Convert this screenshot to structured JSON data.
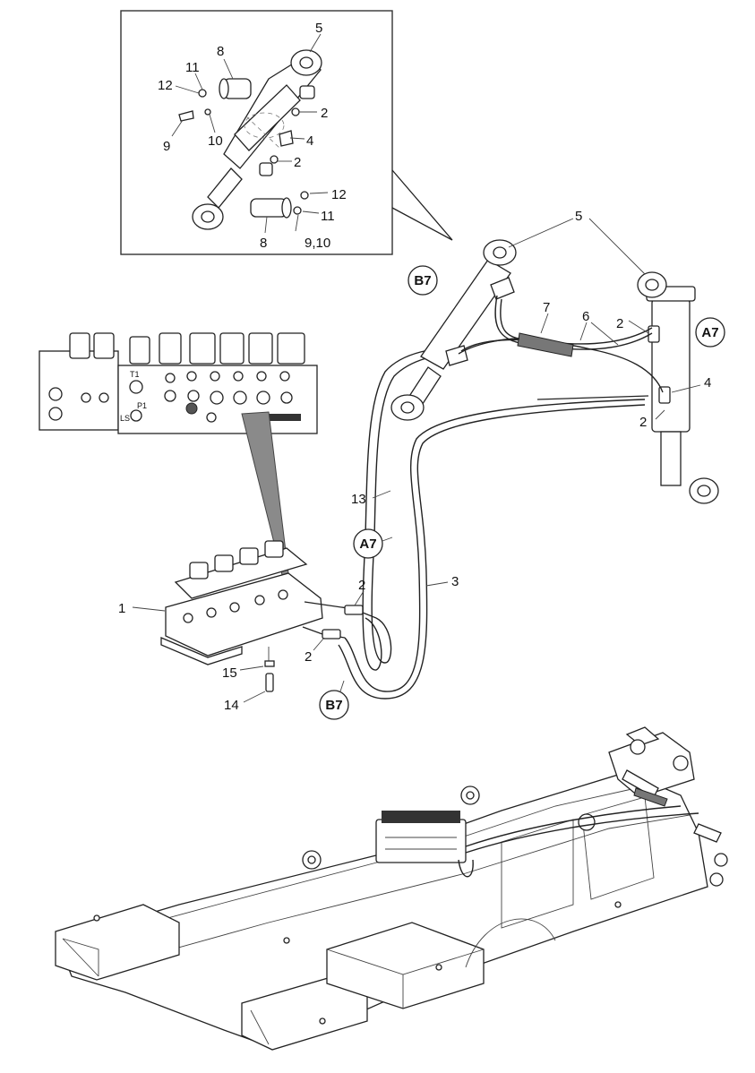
{
  "callouts": {
    "inset_5": "5",
    "inset_8_top": "8",
    "inset_11_top": "11",
    "inset_12_top": "12",
    "inset_2_top": "2",
    "inset_9": "9",
    "inset_10": "10",
    "inset_4": "4",
    "inset_2_mid": "2",
    "inset_12_bottom": "12",
    "inset_11_bottom": "11",
    "inset_8_bottom": "8",
    "inset_9_10": "9,10",
    "main_5": "5",
    "main_7": "7",
    "main_6": "6",
    "main_2_right_top": "2",
    "main_4": "4",
    "main_2_right_bottom": "2",
    "main_13": "13",
    "main_3": "3",
    "main_2_valve_top": "2",
    "main_2_valve_bottom": "2",
    "main_1": "1",
    "main_15": "15",
    "main_14": "14"
  },
  "circled_refs": {
    "b7_top": "B7",
    "a7_right": "A7",
    "a7_mid": "A7",
    "b7_bottom": "B7"
  },
  "valve_ports": {
    "t1": "T1",
    "p1": "P1",
    "ls": "LS"
  }
}
